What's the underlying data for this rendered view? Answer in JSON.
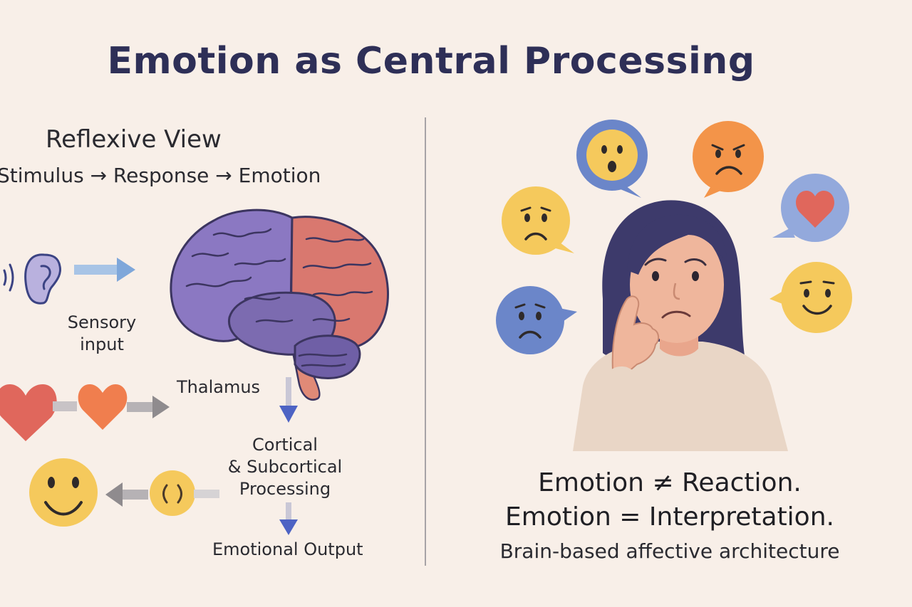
{
  "title": "Emotion as Central Processing",
  "left_panel": {
    "heading": "Reflexive View",
    "sequence": "Stimulus → Response → Emotion",
    "labels": {
      "sensory_input_line1": "Sensory",
      "sensory_input_line2": "input",
      "thalamus": "Thalamus",
      "processing_line1": "Cortical",
      "processing_line2": "& Subcortical",
      "processing_line3": "Processing",
      "output": "Emotional Output"
    }
  },
  "right_panel": {
    "line1": "Emotion ≠ Reaction.",
    "line2": "Emotion = Interpretation.",
    "line3": "Brain-based affective architecture"
  },
  "colors": {
    "background": "#f8efe8",
    "title": "#2e2f57",
    "brain_purple": "#8b78c2",
    "brain_pink": "#d9786f",
    "arrow_blue": "#4d63c4",
    "face_yellow": "#f5c95c",
    "face_orange": "#f39449",
    "face_blue": "#6b86c9",
    "heart_red": "#e0675c",
    "hair": "#3d3a6b",
    "skin": "#efb69c",
    "sweater": "#e9d6c6"
  },
  "icons": [
    "ear-icon",
    "heart-icon",
    "smiley-face-icon",
    "brain-icon",
    "surprised-bubble-icon",
    "frowning-bubble-icon",
    "sad-bubble-icon",
    "heart-bubble-icon",
    "worried-bubble-icon",
    "smiling-bubble-icon",
    "thinking-woman-icon"
  ]
}
